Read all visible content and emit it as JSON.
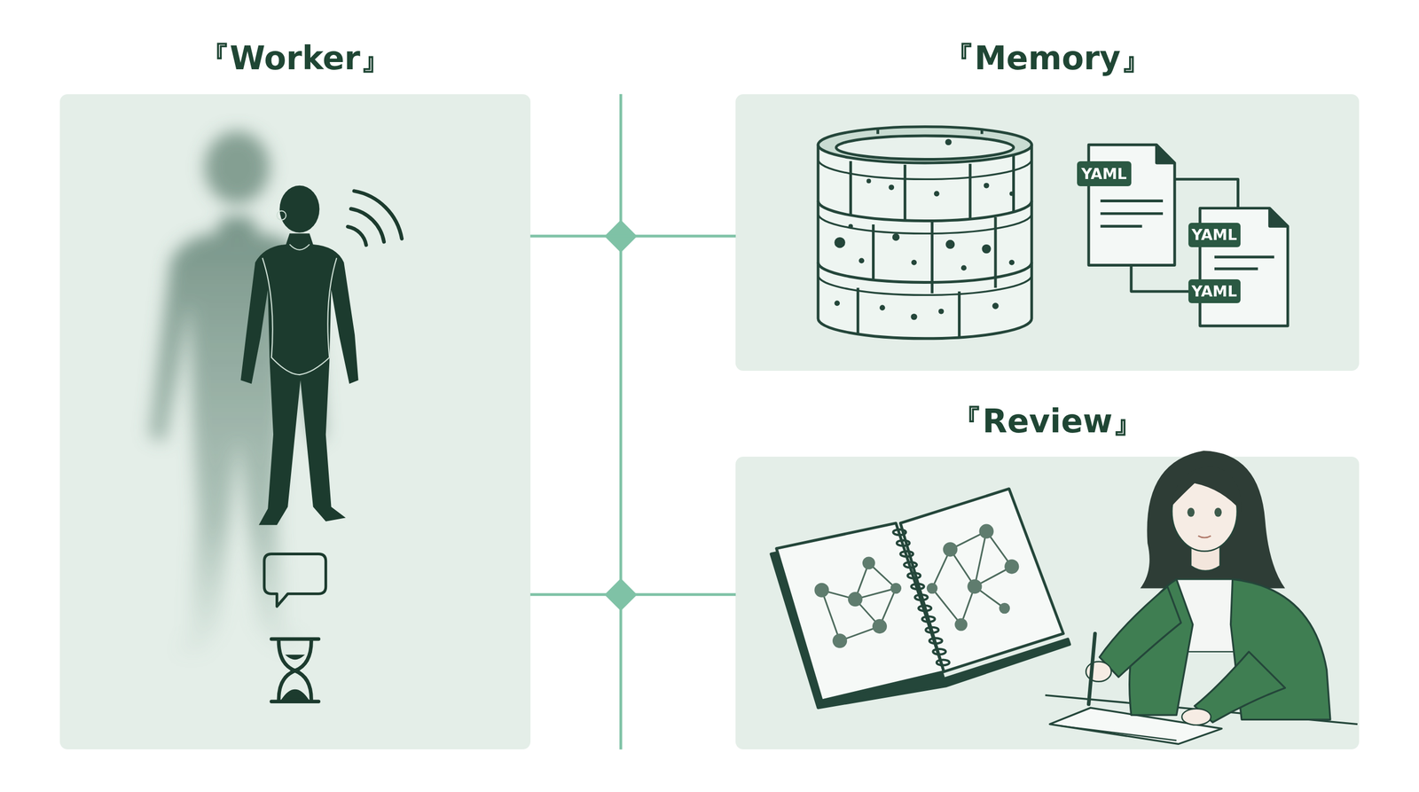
{
  "diagram": {
    "nodes": [
      {
        "text": [
          "『Worker』"
        ]
      },
      {
        "text": [
          "『Memory』"
        ]
      },
      {
        "text": [
          "『Review』"
        ]
      }
    ],
    "edges": [
      {
        "from": 0,
        "to": 1,
        "arrow": "none"
      },
      {
        "from": 0,
        "to": 2,
        "arrow": "none"
      }
    ],
    "labels": [
      "YAML",
      "YAML",
      "YAML"
    ]
  }
}
